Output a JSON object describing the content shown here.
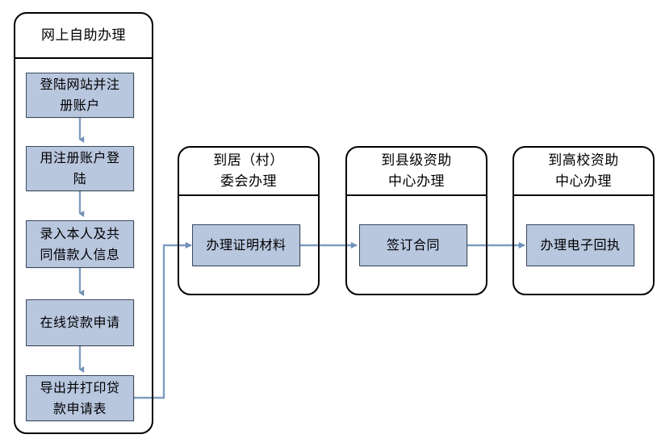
{
  "diagram": {
    "title_semantic": "student-loan-application-flowchart",
    "colors": {
      "box_fill": "#b8c6de",
      "box_border": "#3b4a5e",
      "panel_border": "#000000",
      "connector": "#7f9dc0",
      "background": "#ffffff",
      "text": "#000000"
    },
    "lanes": [
      {
        "id": "lane-online",
        "header": "网上自助办理",
        "steps": [
          {
            "id": "step-register",
            "label": "登陆网站并注\n册账户"
          },
          {
            "id": "step-login",
            "label": "用注册账户登\n陆"
          },
          {
            "id": "step-enter-info",
            "label": "录入本人及共\n同借款人信息"
          },
          {
            "id": "step-online-apply",
            "label": "在线贷款申请"
          },
          {
            "id": "step-export-print",
            "label": "导出并打印贷\n款申请表"
          }
        ]
      },
      {
        "id": "lane-village-committee",
        "header": "到居（村）\n委会办理",
        "steps": [
          {
            "id": "step-certify-materials",
            "label": "办理证明材料"
          }
        ]
      },
      {
        "id": "lane-county-center",
        "header": "到县级资助\n中心办理",
        "steps": [
          {
            "id": "step-sign-contract",
            "label": "签订合同"
          }
        ]
      },
      {
        "id": "lane-college-center",
        "header": "到高校资助\n中心办理",
        "steps": [
          {
            "id": "step-electronic-receipt",
            "label": "办理电子回执"
          }
        ]
      }
    ],
    "connectors": [
      {
        "id": "conn-1",
        "from": "step-register",
        "to": "step-login",
        "direction": "down"
      },
      {
        "id": "conn-2",
        "from": "step-login",
        "to": "step-enter-info",
        "direction": "down"
      },
      {
        "id": "conn-3",
        "from": "step-enter-info",
        "to": "step-online-apply",
        "direction": "down"
      },
      {
        "id": "conn-4",
        "from": "step-online-apply",
        "to": "step-export-print",
        "direction": "down"
      },
      {
        "id": "conn-5",
        "from": "step-export-print",
        "to": "step-certify-materials",
        "direction": "elbow-right-up-right"
      },
      {
        "id": "conn-6",
        "from": "step-certify-materials",
        "to": "step-sign-contract",
        "direction": "right"
      },
      {
        "id": "conn-7",
        "from": "step-sign-contract",
        "to": "step-electronic-receipt",
        "direction": "right"
      }
    ]
  }
}
